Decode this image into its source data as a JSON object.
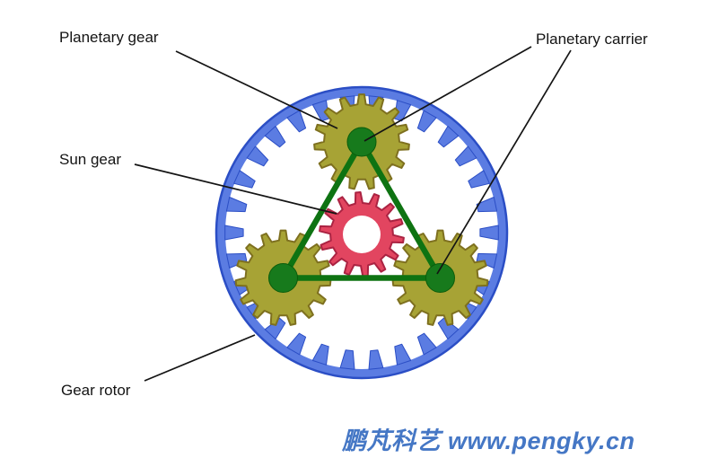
{
  "labels": {
    "planetary_gear": "Planetary gear",
    "planetary_carrier": "Planetary carrier",
    "sun_gear": "Sun gear",
    "gear_rotor": "Gear rotor"
  },
  "watermark": {
    "text": "鹏芃科艺 www.pengky.cn",
    "color": "#4577c5"
  },
  "diagram": {
    "background": "#ffffff",
    "ring_gear": {
      "teeth": 30,
      "fill": "#5b7ce2",
      "edge": "#2b4ec5"
    },
    "planet_gears": {
      "count": 3,
      "teeth": 15,
      "fill": "#a7a335",
      "edge": "#7e701f"
    },
    "sun_gear": {
      "teeth": 14,
      "fill": "#e24560",
      "edge": "#ab2342"
    },
    "carrier": {
      "line_color": "#0e7312",
      "hub_color": "#177a1c",
      "hub_edge": "#0b5c0b"
    },
    "leader_line_color": "#141414"
  }
}
